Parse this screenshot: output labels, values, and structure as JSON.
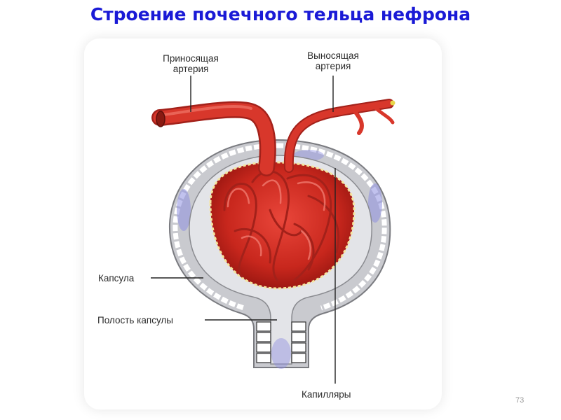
{
  "title": "Строение почечного тельца нефрона",
  "labels": {
    "afferent_line1": "Приносящая",
    "afferent_line2": "артерия",
    "efferent_line1": "Выносящая",
    "efferent_line2": "артерия",
    "capsule": "Капсула",
    "capsule_cavity": "Полость капсулы",
    "capillaries": "Капилляры"
  },
  "page_number": "73",
  "colors": {
    "title": "#1a1ad6",
    "vessel": "#d8372b",
    "vessel_dark": "#a3211a",
    "capsule_wall": "#c9cacf",
    "capsule_tint": "#8e8fe0"
  }
}
